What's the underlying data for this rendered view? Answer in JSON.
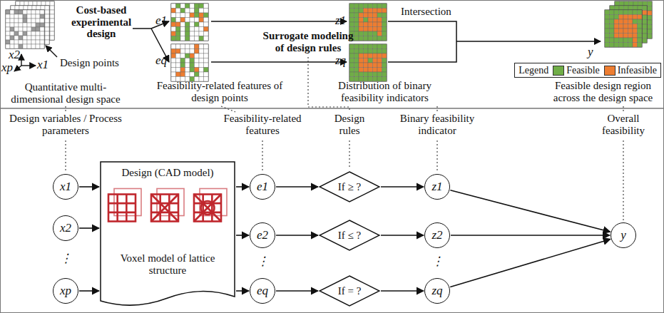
{
  "diagram": {
    "nodes": [
      {
        "text": [
          "x1"
        ]
      },
      {
        "text": [
          "x2"
        ]
      },
      {
        "text": [
          "xp"
        ]
      },
      {
        "text": [
          "Design (CAD model)",
          "Voxel model of lattice structure"
        ]
      },
      {
        "text": [
          "e1"
        ]
      },
      {
        "text": [
          "e2"
        ]
      },
      {
        "text": [
          "eq"
        ]
      },
      {
        "text": [
          "If ≥ ?"
        ]
      },
      {
        "text": [
          "If ≤ ?"
        ]
      },
      {
        "text": [
          "If = ?"
        ]
      },
      {
        "text": [
          "z1"
        ]
      },
      {
        "text": [
          "z2"
        ]
      },
      {
        "text": [
          "zq"
        ]
      },
      {
        "text": [
          "y"
        ]
      }
    ],
    "edges": [
      {
        "from": 0,
        "to": 3,
        "arrow": "to"
      },
      {
        "from": 1,
        "to": 3,
        "arrow": "to"
      },
      {
        "from": 2,
        "to": 3,
        "arrow": "to"
      },
      {
        "from": 3,
        "to": 4,
        "arrow": "to"
      },
      {
        "from": 3,
        "to": 5,
        "arrow": "to"
      },
      {
        "from": 3,
        "to": 6,
        "arrow": "to"
      },
      {
        "from": 4,
        "to": 7,
        "arrow": "to"
      },
      {
        "from": 5,
        "to": 8,
        "arrow": "to"
      },
      {
        "from": 6,
        "to": 9,
        "arrow": "to"
      },
      {
        "from": 7,
        "to": 10,
        "arrow": "to"
      },
      {
        "from": 8,
        "to": 11,
        "arrow": "to"
      },
      {
        "from": 9,
        "to": 12,
        "arrow": "to"
      },
      {
        "from": 10,
        "to": 13,
        "arrow": "to"
      },
      {
        "from": 11,
        "to": 13,
        "arrow": "to"
      },
      {
        "from": 12,
        "to": 13,
        "arrow": "to"
      }
    ],
    "labels": [
      "x2",
      "x1",
      "xp",
      "Design points",
      "Quantitative multi-dimensional design space",
      "Cost-based experimental design",
      "e1",
      "eq",
      "Feasibility-related features of design points",
      "Surrogate modeling of design rules",
      "z1",
      "zq",
      "Distribution of binary feasibility indicators",
      "Intersection",
      "y",
      "Feasible design region across the design space",
      "Legend",
      "Design variables / Process parameters",
      "Feasibility-related features",
      "Design rules",
      "Binary feasibility indicator",
      "Overall feasibility",
      "⋮",
      "⋮",
      "⋮"
    ],
    "legend": [
      {
        "text": "Feasible",
        "color": "#70ad47"
      },
      {
        "text": "Infeasible",
        "color": "#ed7d31"
      }
    ]
  }
}
